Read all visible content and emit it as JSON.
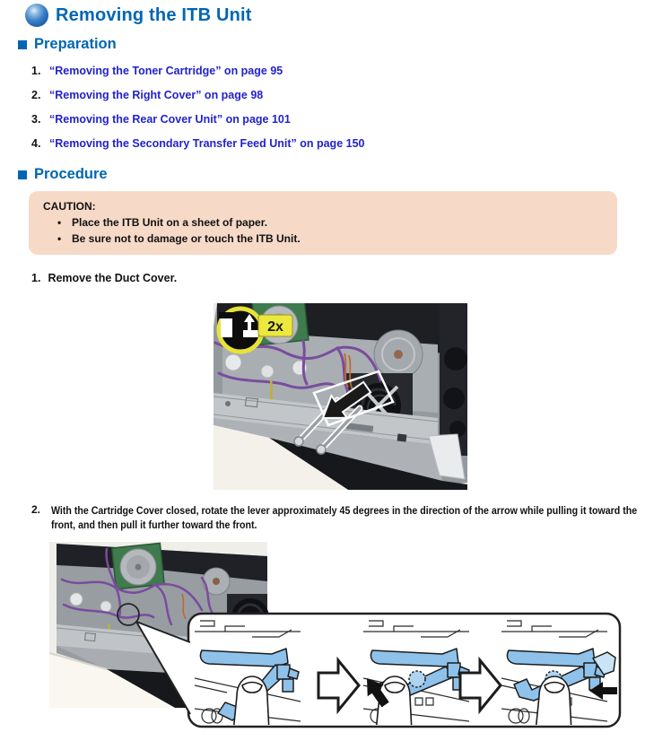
{
  "page": {
    "title": "Removing the ITB Unit"
  },
  "preparation": {
    "heading": "Preparation",
    "items": [
      {
        "num": "1.",
        "text": "“Removing the Toner Cartridge” on page 95"
      },
      {
        "num": "2.",
        "text": "“Removing the Right Cover” on page 98"
      },
      {
        "num": "3.",
        "text": "“Removing the Rear Cover Unit” on page 101"
      },
      {
        "num": "4.",
        "text": "“Removing the Secondary Transfer Feed Unit” on page 150"
      }
    ]
  },
  "procedure": {
    "heading": "Procedure",
    "caution": {
      "label": "CAUTION:",
      "bullet": "•",
      "items": [
        "Place the ITB Unit on a sheet of paper.",
        "Be sure not to damage or touch the ITB Unit."
      ]
    },
    "steps": [
      {
        "num": "1.",
        "text": "Remove the Duct Cover."
      },
      {
        "num": "2.",
        "text": "With the Cartridge Cover closed, rotate the lever approximately 45 degrees in the direction of the arrow while pulling it toward the front, and then pull it further toward the front."
      }
    ]
  },
  "figure1": {
    "screw_badge": "2x"
  },
  "colors": {
    "heading_blue": "#0066B3",
    "link_blue": "#2222CC",
    "caution_bg": "#F6DAC7",
    "badge_yellow": "#ECE83E",
    "lever_blue": "#8FC2EA"
  }
}
